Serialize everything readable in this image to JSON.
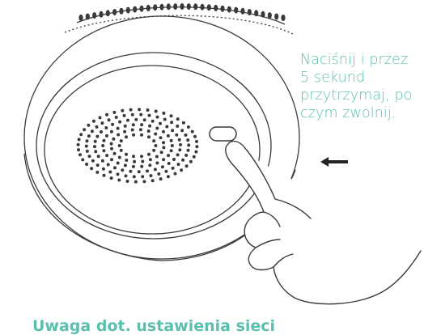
{
  "instruction": {
    "lines": [
      "Naciśnij i przez",
      "5 sekund",
      "przytrzymaj, po",
      "czym zwolnij."
    ]
  },
  "note": {
    "heading": "Uwaga dot. ustawienia sieci"
  },
  "icons": {
    "arrow": "arrow-left-icon",
    "hand": "pointing-hand-icon",
    "device": "alarm-device-illustration",
    "speaker": "speaker-grille-icon",
    "button": "reset-button-icon"
  },
  "colors": {
    "accent": "#5bbfb0",
    "line": "#3a3a3a"
  }
}
